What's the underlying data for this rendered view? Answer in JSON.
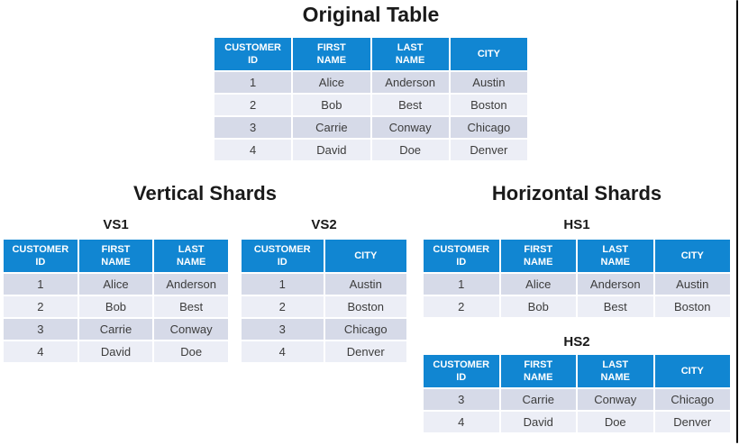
{
  "colors": {
    "header_background": "#1186D2",
    "header_text": "#FFFFFF",
    "row_odd": "#D6DAE8",
    "row_even": "#ECEEF6",
    "cell_text": "#3C3C3C",
    "title_text": "#1A1A1A",
    "frame_edge": "#0D0D0D"
  },
  "sections": {
    "original": {
      "title": "Original Table",
      "table": {
        "columns": [
          "CUSTOMER ID",
          "FIRST NAME",
          "LAST NAME",
          "CITY"
        ],
        "rows": [
          [
            "1",
            "Alice",
            "Anderson",
            "Austin"
          ],
          [
            "2",
            "Bob",
            "Best",
            "Boston"
          ],
          [
            "3",
            "Carrie",
            "Conway",
            "Chicago"
          ],
          [
            "4",
            "David",
            "Doe",
            "Denver"
          ]
        ]
      }
    },
    "vertical": {
      "title": "Vertical Shards",
      "shards": [
        {
          "label": "VS1",
          "columns": [
            "CUSTOMER ID",
            "FIRST NAME",
            "LAST NAME"
          ],
          "rows": [
            [
              "1",
              "Alice",
              "Anderson"
            ],
            [
              "2",
              "Bob",
              "Best"
            ],
            [
              "3",
              "Carrie",
              "Conway"
            ],
            [
              "4",
              "David",
              "Doe"
            ]
          ]
        },
        {
          "label": "VS2",
          "columns": [
            "CUSTOMER ID",
            "CITY"
          ],
          "rows": [
            [
              "1",
              "Austin"
            ],
            [
              "2",
              "Boston"
            ],
            [
              "3",
              "Chicago"
            ],
            [
              "4",
              "Denver"
            ]
          ]
        }
      ]
    },
    "horizontal": {
      "title": "Horizontal Shards",
      "shards": [
        {
          "label": "HS1",
          "columns": [
            "CUSTOMER ID",
            "FIRST NAME",
            "LAST NAME",
            "CITY"
          ],
          "rows": [
            [
              "1",
              "Alice",
              "Anderson",
              "Austin"
            ],
            [
              "2",
              "Bob",
              "Best",
              "Boston"
            ]
          ]
        },
        {
          "label": "HS2",
          "columns": [
            "CUSTOMER ID",
            "FIRST NAME",
            "LAST NAME",
            "CITY"
          ],
          "rows": [
            [
              "3",
              "Carrie",
              "Conway",
              "Chicago"
            ],
            [
              "4",
              "David",
              "Doe",
              "Denver"
            ]
          ]
        }
      ]
    }
  }
}
